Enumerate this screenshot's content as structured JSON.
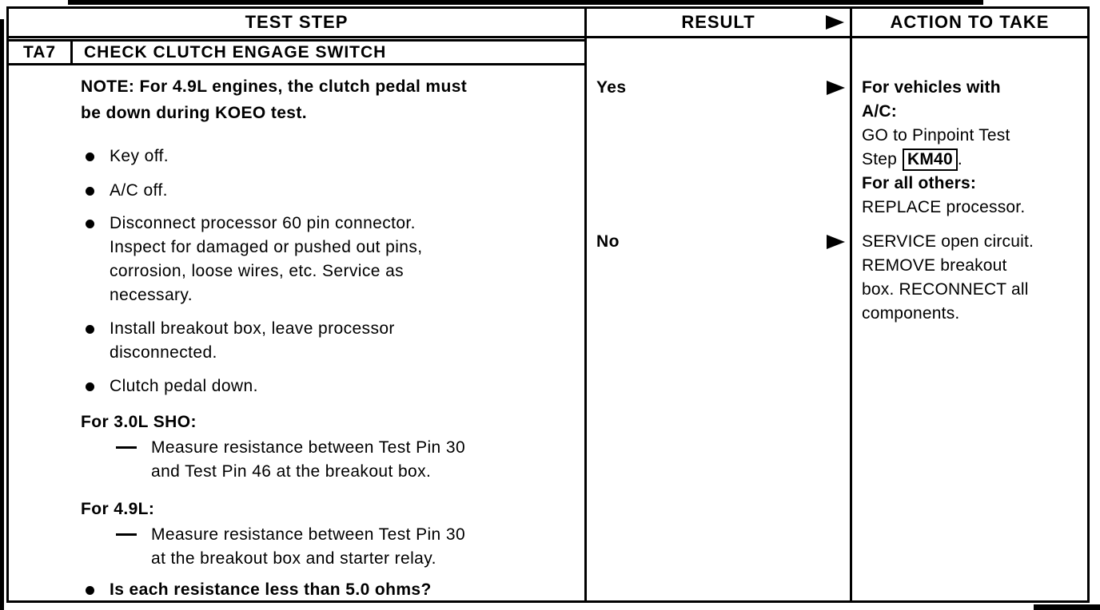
{
  "headers": {
    "test_step": "TEST STEP",
    "result": "RESULT",
    "action": "ACTION TO TAKE"
  },
  "step": {
    "id": "TA7",
    "title": "CHECK CLUTCH ENGAGE SWITCH"
  },
  "test_step": {
    "note_lines": [
      "NOTE: For 4.9L engines, the clutch pedal must",
      "be down during KOEO test."
    ],
    "bullets": [
      {
        "lines": [
          "Key off."
        ]
      },
      {
        "lines": [
          "A/C off."
        ]
      },
      {
        "lines": [
          "Disconnect processor 60 pin connector.",
          "Inspect for damaged or pushed out pins,",
          "corrosion, loose wires, etc. Service as",
          "necessary."
        ]
      },
      {
        "lines": [
          "Install breakout box, leave processor",
          "disconnected."
        ]
      },
      {
        "lines": [
          "Clutch pedal down."
        ]
      }
    ],
    "sections": [
      {
        "heading": "For 3.0L SHO:",
        "lines": [
          "Measure resistance between Test Pin 30",
          "and Test Pin 46 at the breakout box."
        ]
      },
      {
        "heading": "For 4.9L:",
        "lines": [
          "Measure resistance between Test Pin 30",
          "at the breakout box and starter relay."
        ]
      }
    ],
    "question": "Is each resistance less than 5.0 ohms?"
  },
  "result": {
    "rows": [
      {
        "label": "Yes"
      },
      {
        "label": "No"
      }
    ]
  },
  "action": {
    "yes": {
      "for_ac_line1": "For vehicles with",
      "for_ac_line2": "A/C:",
      "go_line": "GO to Pinpoint Test",
      "step_word": "Step",
      "step_ref": "KM40",
      "step_suffix": ".",
      "for_others_line": "For all others:",
      "others_action": "REPLACE processor."
    },
    "no": {
      "lines": [
        "SERVICE open circuit.",
        "REMOVE breakout",
        "box. RECONNECT all",
        "components."
      ]
    }
  },
  "icons": {
    "result_arrow": "right-arrow",
    "bullet": "filled-circle",
    "dash": "em-dash"
  }
}
